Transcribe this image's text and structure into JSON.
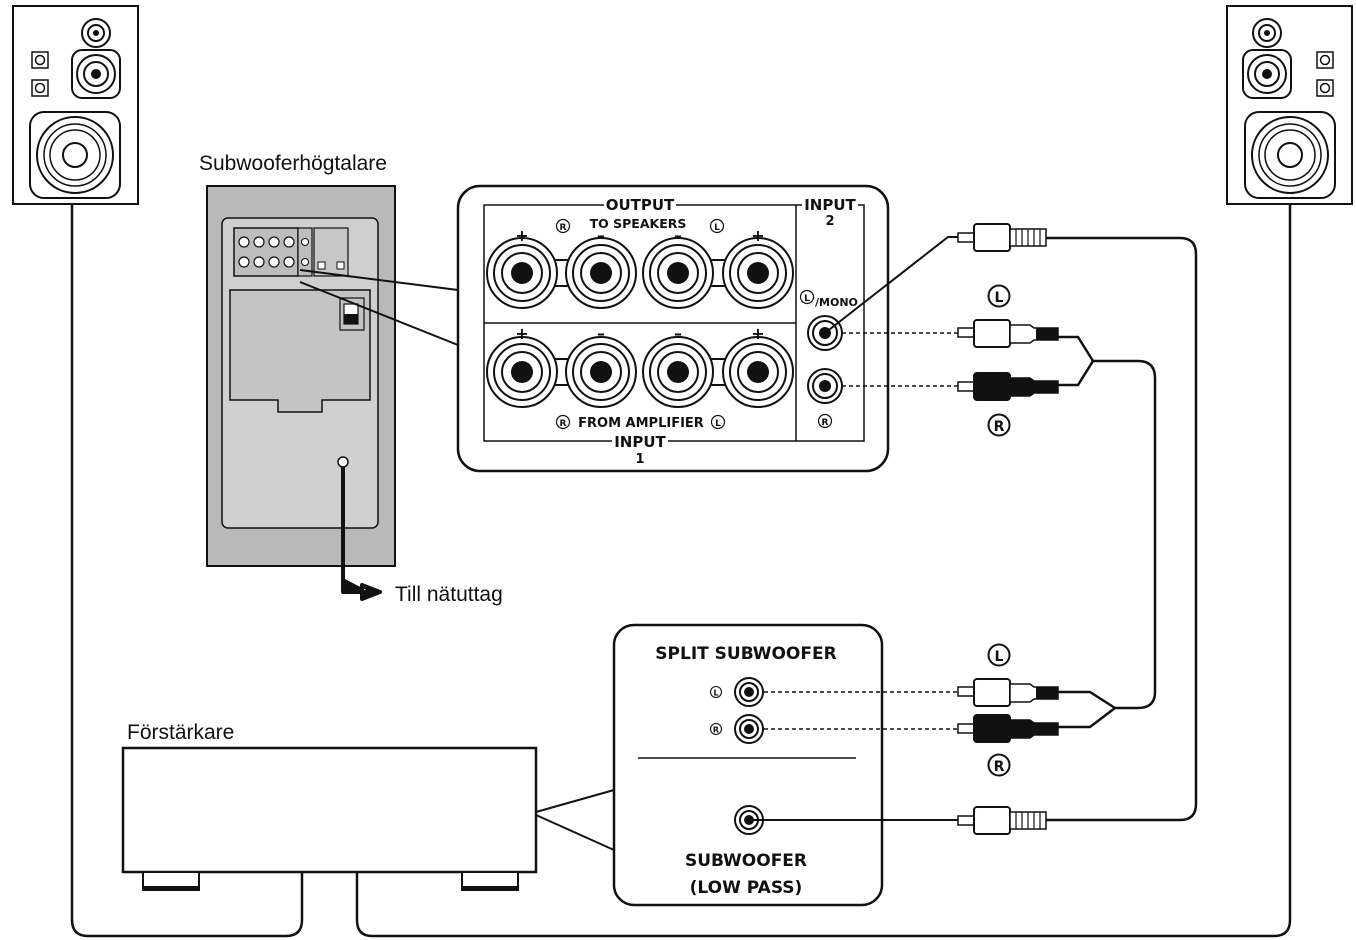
{
  "labels": {
    "subwoofer": "Subwooferhögtalare",
    "mains_outlet": "Till nätuttag",
    "amplifier": "Förstärkare"
  },
  "subwoofer_panel": {
    "output": "OUTPUT",
    "to_speakers": "TO SPEAKERS",
    "input2": "INPUT",
    "input2_num": "2",
    "l_mono": "/MONO",
    "from_amplifier": "FROM AMPLIFIER",
    "input1": "INPUT",
    "input1_num": "1",
    "plus": "+",
    "minus": "–"
  },
  "amp_panel": {
    "split_subwoofer": "SPLIT SUBWOOFER",
    "subwoofer": "SUBWOOFER",
    "low_pass": "(LOW PASS)"
  },
  "channel_marks": {
    "left": "L",
    "right": "R"
  },
  "colors": {
    "line": "#111111",
    "panel_fill": "#cfcfcf",
    "cabinet_fill": "#b9b9b9"
  }
}
